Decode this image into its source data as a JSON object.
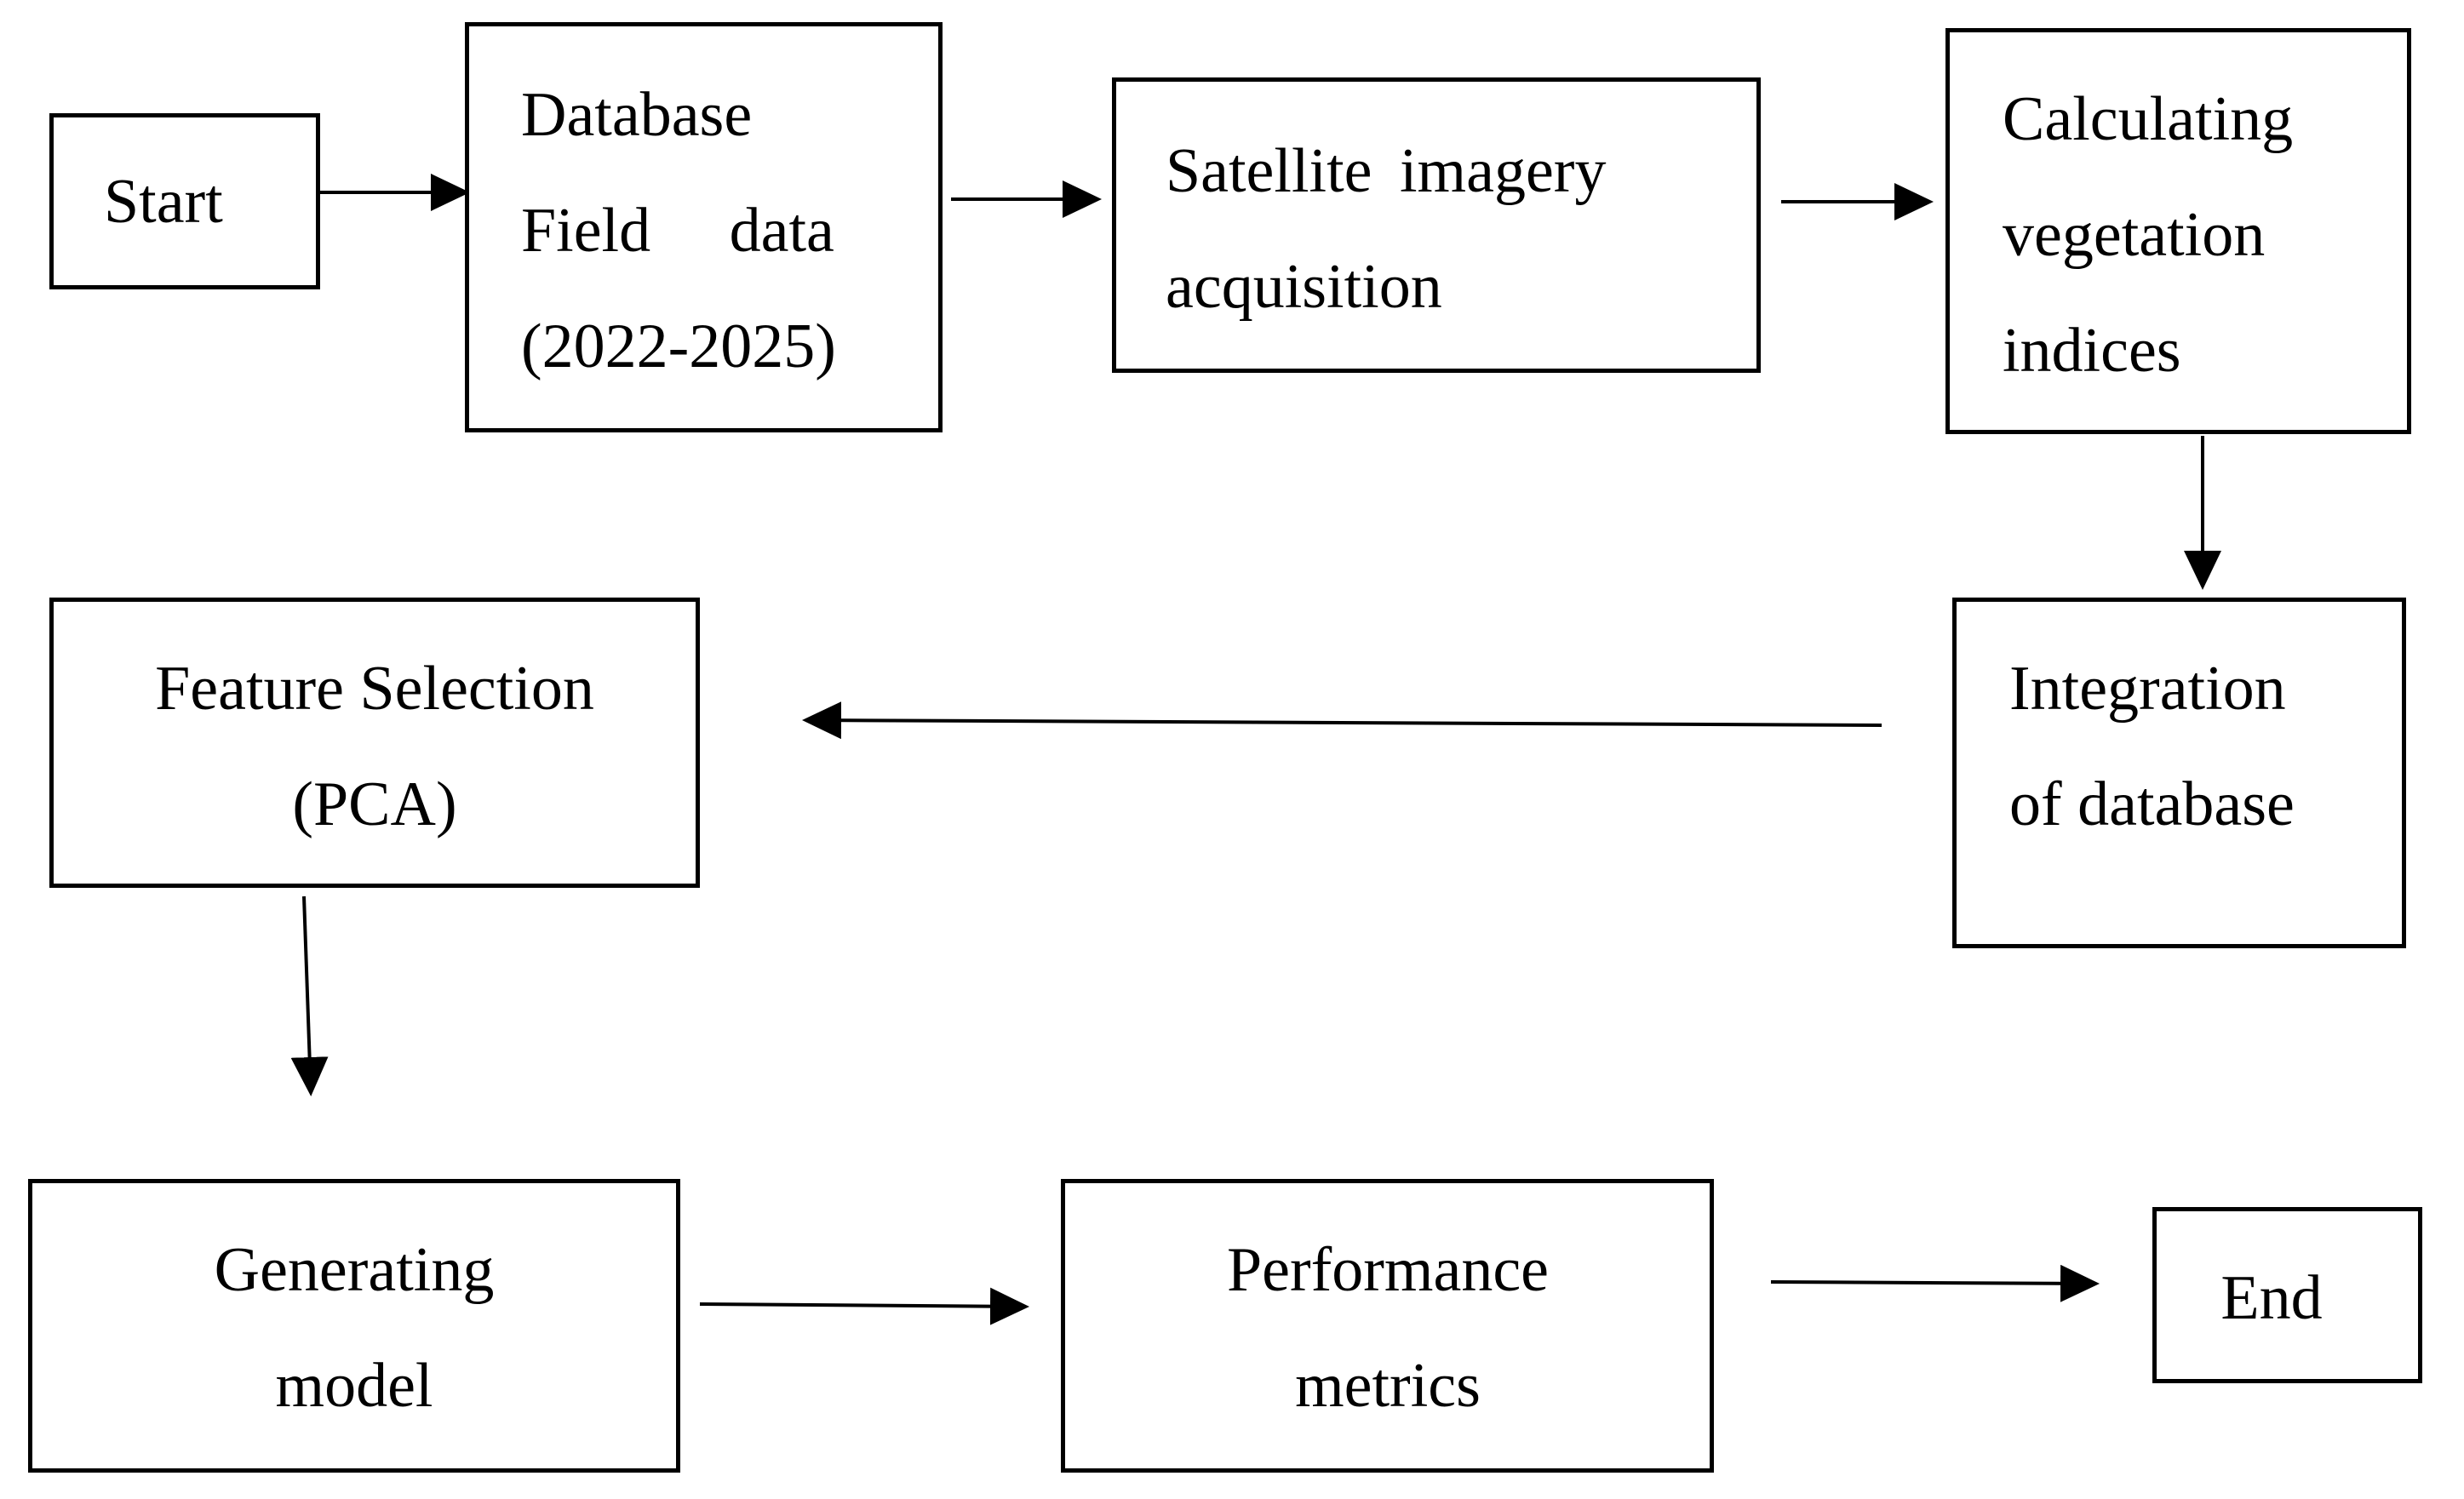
{
  "colors": {
    "stroke": "#000000",
    "background": "#ffffff"
  },
  "nodes": [
    {
      "id": "start",
      "lines": [
        "Start"
      ]
    },
    {
      "id": "database",
      "lines": [
        "Database",
        "Field data",
        "(2022-2025)"
      ]
    },
    {
      "id": "satellite",
      "lines": [
        "Satellite imagery",
        "acquisition"
      ]
    },
    {
      "id": "vegetation",
      "lines": [
        "Calculating",
        "vegetation",
        "indices"
      ]
    },
    {
      "id": "integration",
      "lines": [
        "Integration",
        "of database"
      ]
    },
    {
      "id": "feature",
      "lines": [
        "Feature Selection",
        "(PCA)"
      ]
    },
    {
      "id": "model",
      "lines": [
        "Generating",
        "model"
      ]
    },
    {
      "id": "performance",
      "lines": [
        "Performance",
        "metrics"
      ]
    },
    {
      "id": "end",
      "lines": [
        "End"
      ]
    }
  ],
  "edges": [
    {
      "from": "start",
      "to": "database"
    },
    {
      "from": "database",
      "to": "satellite"
    },
    {
      "from": "satellite",
      "to": "vegetation"
    },
    {
      "from": "vegetation",
      "to": "integration"
    },
    {
      "from": "integration",
      "to": "feature"
    },
    {
      "from": "feature",
      "to": "model"
    },
    {
      "from": "model",
      "to": "performance"
    },
    {
      "from": "performance",
      "to": "end"
    }
  ]
}
